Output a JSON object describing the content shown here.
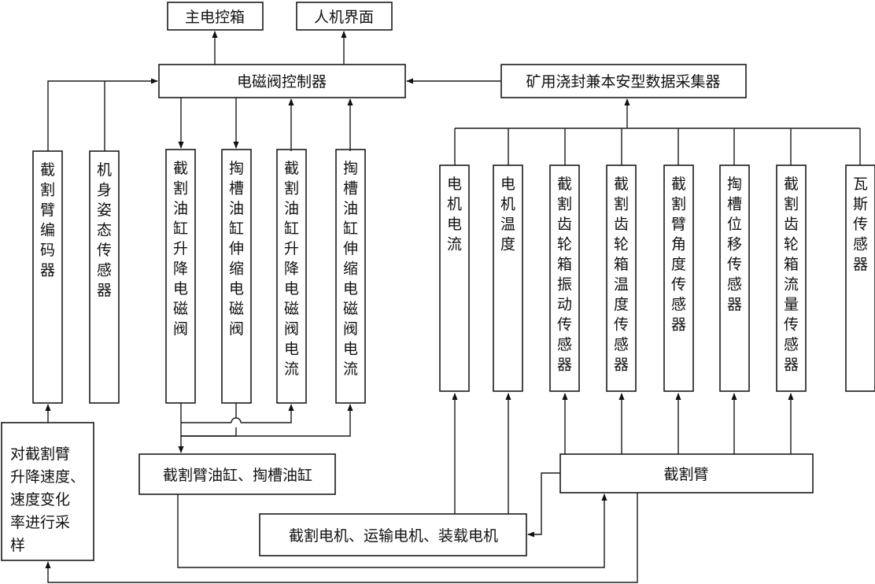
{
  "top": {
    "main_box": "主电控箱",
    "hmi": "人机界面"
  },
  "controller": "电磁阀控制器",
  "collector": "矿用浇封兼本安型数据采集器",
  "left_columns": [
    "截割臂编码器",
    "机身姿态传感器",
    "截割油缸升降电磁阀",
    "掏槽油缸伸缩电磁阀",
    "截割油缸升降电磁阀电流",
    "掏槽油缸伸缩电磁阀电流"
  ],
  "right_columns": [
    "电机电流",
    "电机温度",
    "截割齿轮箱振动传感器",
    "截割齿轮箱温度传感器",
    "截割臂角度传感器",
    "掏槽位移传感器",
    "截割齿轮箱流量传感器",
    "瓦斯传感器"
  ],
  "sampling_box": [
    "对截割臂",
    "升降速度、",
    "速度变化",
    "率进行采",
    "样"
  ],
  "cylinders": "截割臂油缸、掏槽油缸",
  "cutting_arm": "截割臂",
  "motors": "截割电机、运输电机、装载电机"
}
